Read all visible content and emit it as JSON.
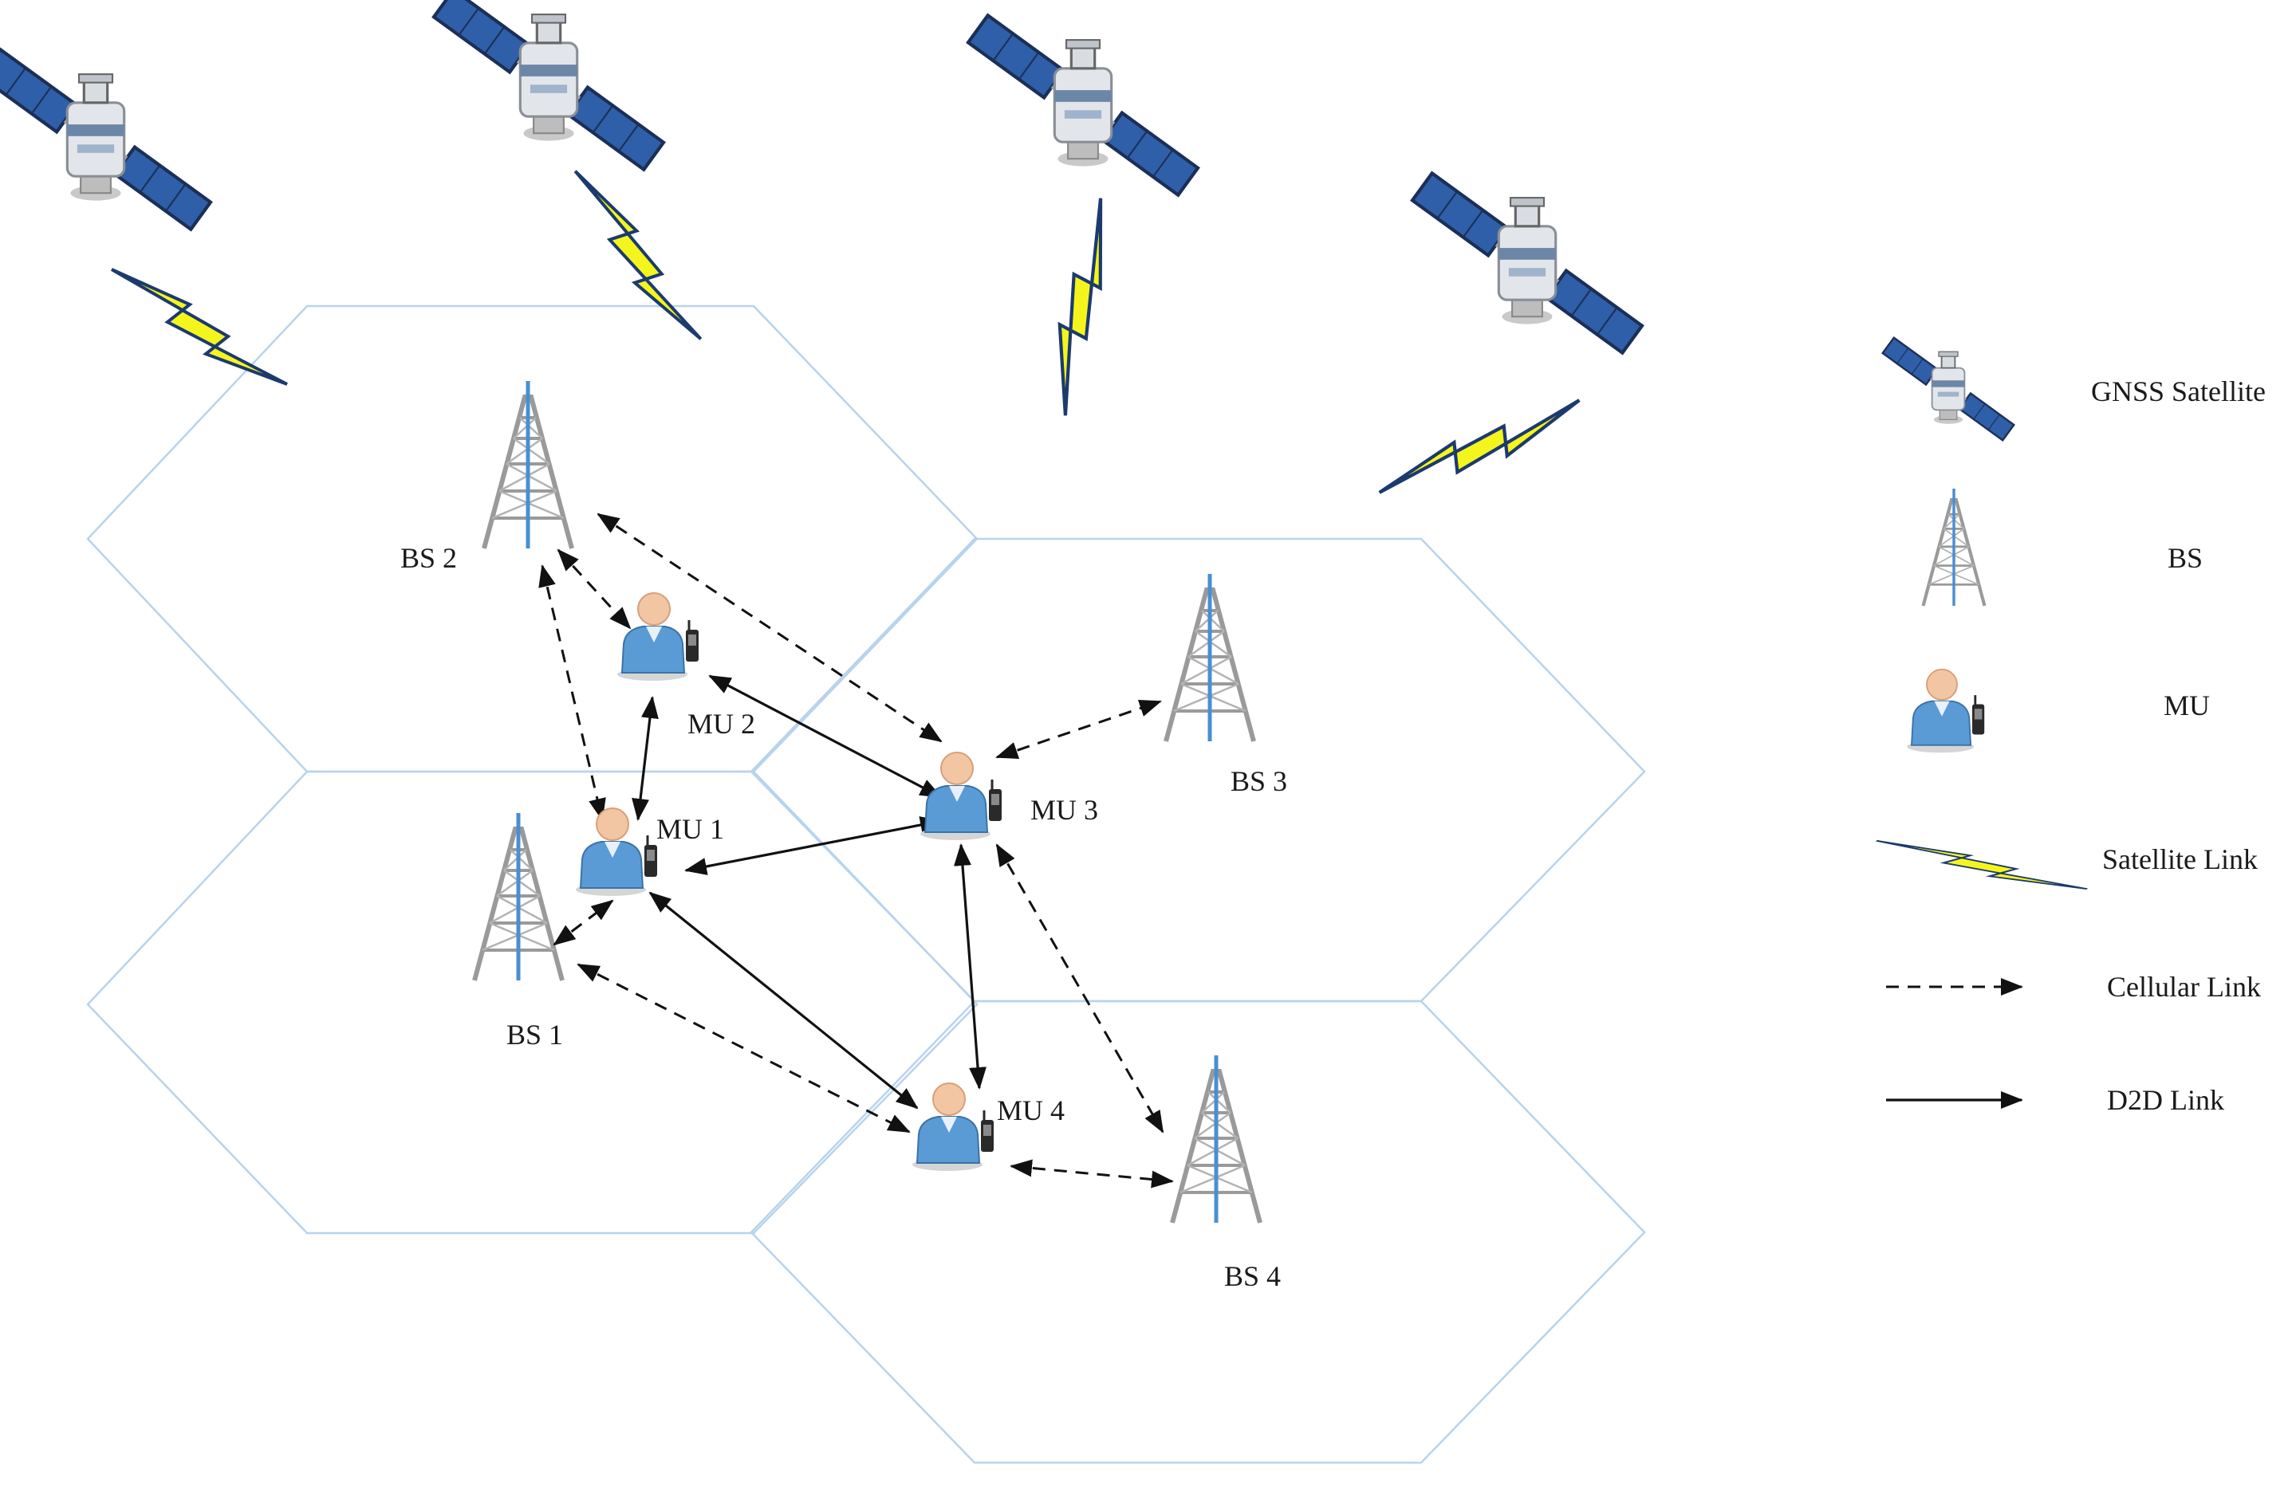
{
  "nodes": {
    "bs1": "BS 1",
    "bs2": "BS 2",
    "bs3": "BS 3",
    "bs4": "BS 4",
    "mu1": "MU 1",
    "mu2": "MU 2",
    "mu3": "MU 3",
    "mu4": "MU 4"
  },
  "legend": {
    "satellite": "GNSS Satellite",
    "bs": "BS",
    "mu": "MU",
    "satellite_link": "Satellite Link",
    "cellular_link": "Cellular Link",
    "d2d_link": "D2D Link"
  },
  "links": {
    "cellular": [
      [
        "bs2",
        "mu2"
      ],
      [
        "bs2",
        "mu1"
      ],
      [
        "bs2",
        "mu3"
      ],
      [
        "mu3",
        "bs3"
      ],
      [
        "bs1",
        "mu1"
      ],
      [
        "bs1",
        "mu4"
      ],
      [
        "mu3",
        "bs4"
      ],
      [
        "mu4",
        "bs4"
      ]
    ],
    "d2d": [
      [
        "mu2",
        "mu1"
      ],
      [
        "mu2",
        "mu3"
      ],
      [
        "mu1",
        "mu3"
      ],
      [
        "mu1",
        "mu4"
      ],
      [
        "mu3",
        "mu4"
      ]
    ]
  },
  "colors": {
    "cell_border": "#b8d3ec",
    "link_line": "#111111",
    "bolt_fill": "#f5f51e",
    "bolt_edge": "#1c3a6e",
    "panel_blue": "#2f5fa8",
    "tower_grey": "#9a9a9a",
    "tower_mast": "#4a8fd0",
    "mu_shirt": "#5b9bd5"
  },
  "icons": {
    "satellite": "satellite-icon",
    "bs": "cell-tower-icon",
    "mu": "mobile-user-icon",
    "satellite_link": "lightning-bolt-icon"
  }
}
